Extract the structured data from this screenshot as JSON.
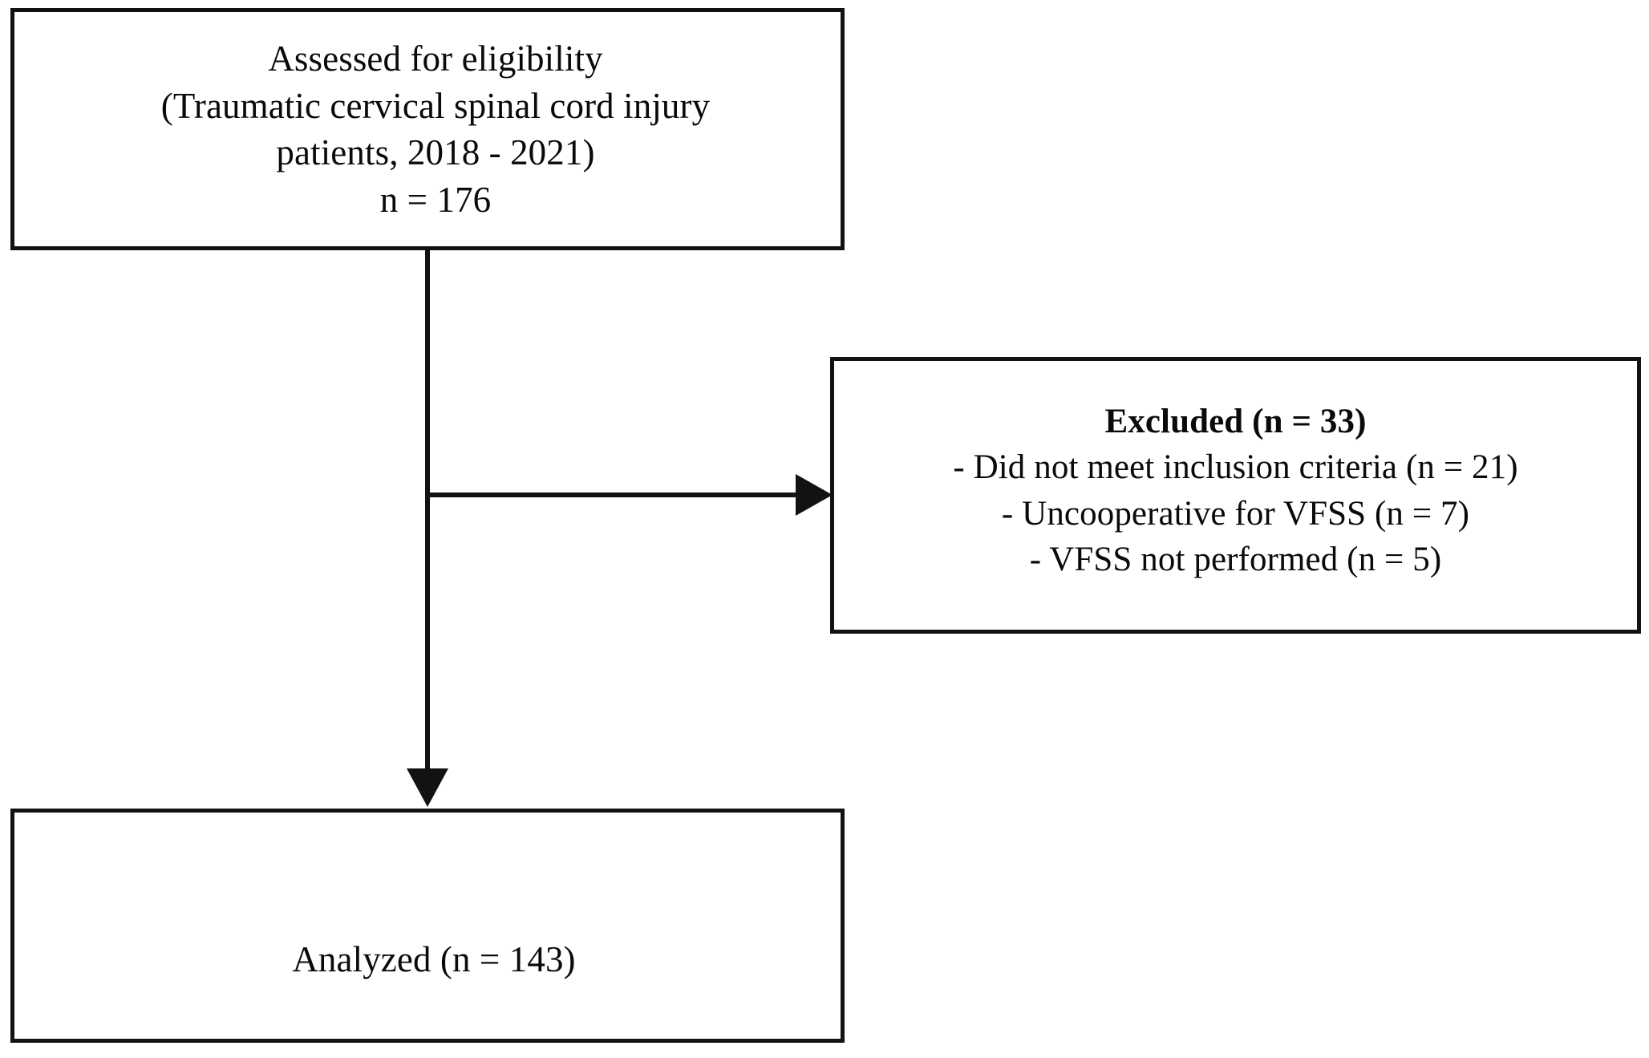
{
  "diagram": {
    "type": "prisma-flow-diagram",
    "background_color": "#ffffff",
    "line_color": "#121212",
    "boxes": {
      "assessed": {
        "lines": [
          "Assessed for eligibility",
          "(Traumatic cervical spinal cord injury",
          "patients, 2018 - 2021)",
          "n = 176"
        ],
        "n": 176
      },
      "excluded": {
        "heading": "Excluded (n = 33)",
        "n": 33,
        "reasons": [
          "- Did not meet inclusion criteria (n = 21)",
          "- Uncooperative for VFSS (n = 7)",
          "- VFSS not performed (n = 5)"
        ],
        "reason_counts": [
          21,
          7,
          5
        ]
      },
      "analyzed": {
        "label": "Analyzed (n = 143)",
        "n": 143
      }
    },
    "connectors": [
      {
        "name": "assessed-to-analyzed",
        "orientation": "vertical",
        "arrow": "down"
      },
      {
        "name": "assessed-to-excluded",
        "orientation": "horizontal",
        "arrow": "right"
      }
    ]
  }
}
